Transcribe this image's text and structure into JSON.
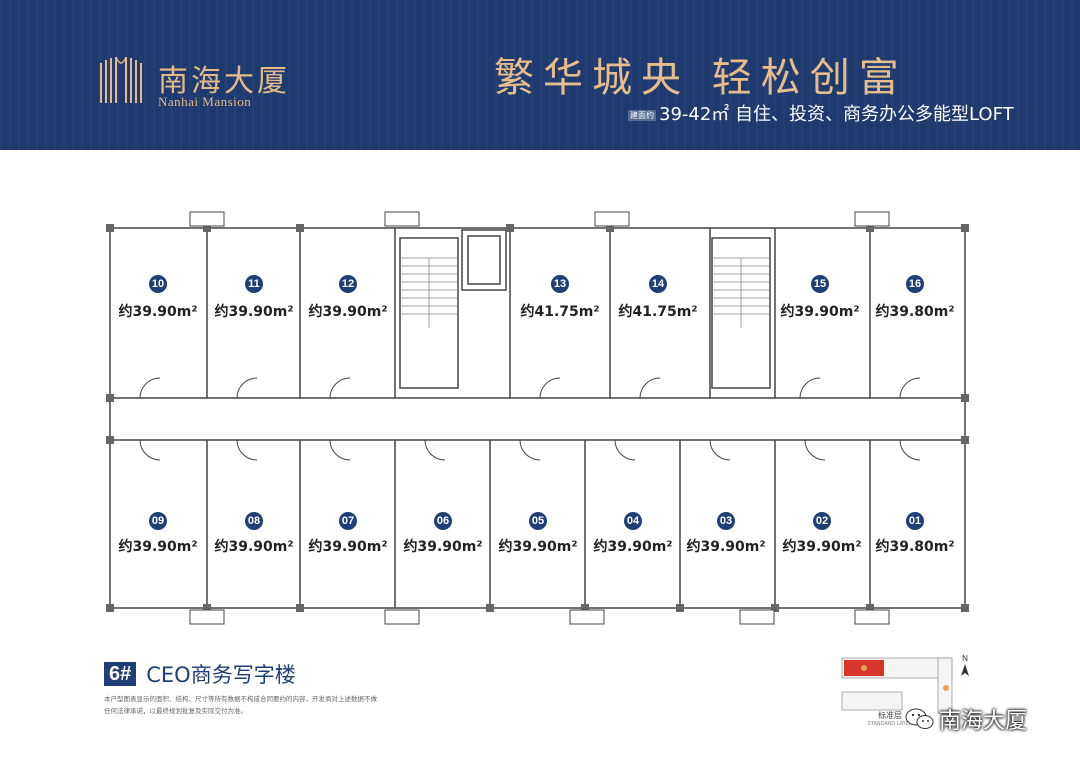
{
  "header": {
    "brand_cn": "南海大厦",
    "brand_en": "Nanhai Mansion",
    "slogan": "繁华城央   轻松创富",
    "tag": "建面约",
    "subline": "39-42㎡ 自住、投资、商务办公多能型LOFT"
  },
  "units_top": [
    {
      "no": "10",
      "area": "约39.90m²"
    },
    {
      "no": "11",
      "area": "约39.90m²"
    },
    {
      "no": "12",
      "area": "约39.90m²"
    },
    {
      "no": "13",
      "area": "约41.75m²"
    },
    {
      "no": "14",
      "area": "约41.75m²"
    },
    {
      "no": "15",
      "area": "约39.90m²"
    },
    {
      "no": "16",
      "area": "约39.80m²"
    }
  ],
  "units_bottom": [
    {
      "no": "09",
      "area": "约39.90m²"
    },
    {
      "no": "08",
      "area": "约39.90m²"
    },
    {
      "no": "07",
      "area": "约39.90m²"
    },
    {
      "no": "06",
      "area": "约39.90m²"
    },
    {
      "no": "05",
      "area": "约39.90m²"
    },
    {
      "no": "04",
      "area": "约39.90m²"
    },
    {
      "no": "03",
      "area": "约39.90m²"
    },
    {
      "no": "02",
      "area": "约39.90m²"
    },
    {
      "no": "01",
      "area": "约39.80m²"
    }
  ],
  "footer": {
    "building_no": "6#",
    "building_name": "CEO商务写字楼",
    "note_line1": "本户型图表显示的面积、结构、尺寸等所有数据不构成合同要约的内容，开发商对上述数据不做",
    "note_line2": "任何法律承诺，以最终规划批复及实际交付为准。",
    "keyplan_label": "标准层",
    "keyplan_label_en": "STANDARD LAYER",
    "north": "N",
    "watermark": "南海大厦"
  },
  "colors": {
    "header_bg": "#1e3a6e",
    "gold": "#e5b98a",
    "unit_badge": "#1f3f77",
    "key_highlight": "#d9342b"
  }
}
